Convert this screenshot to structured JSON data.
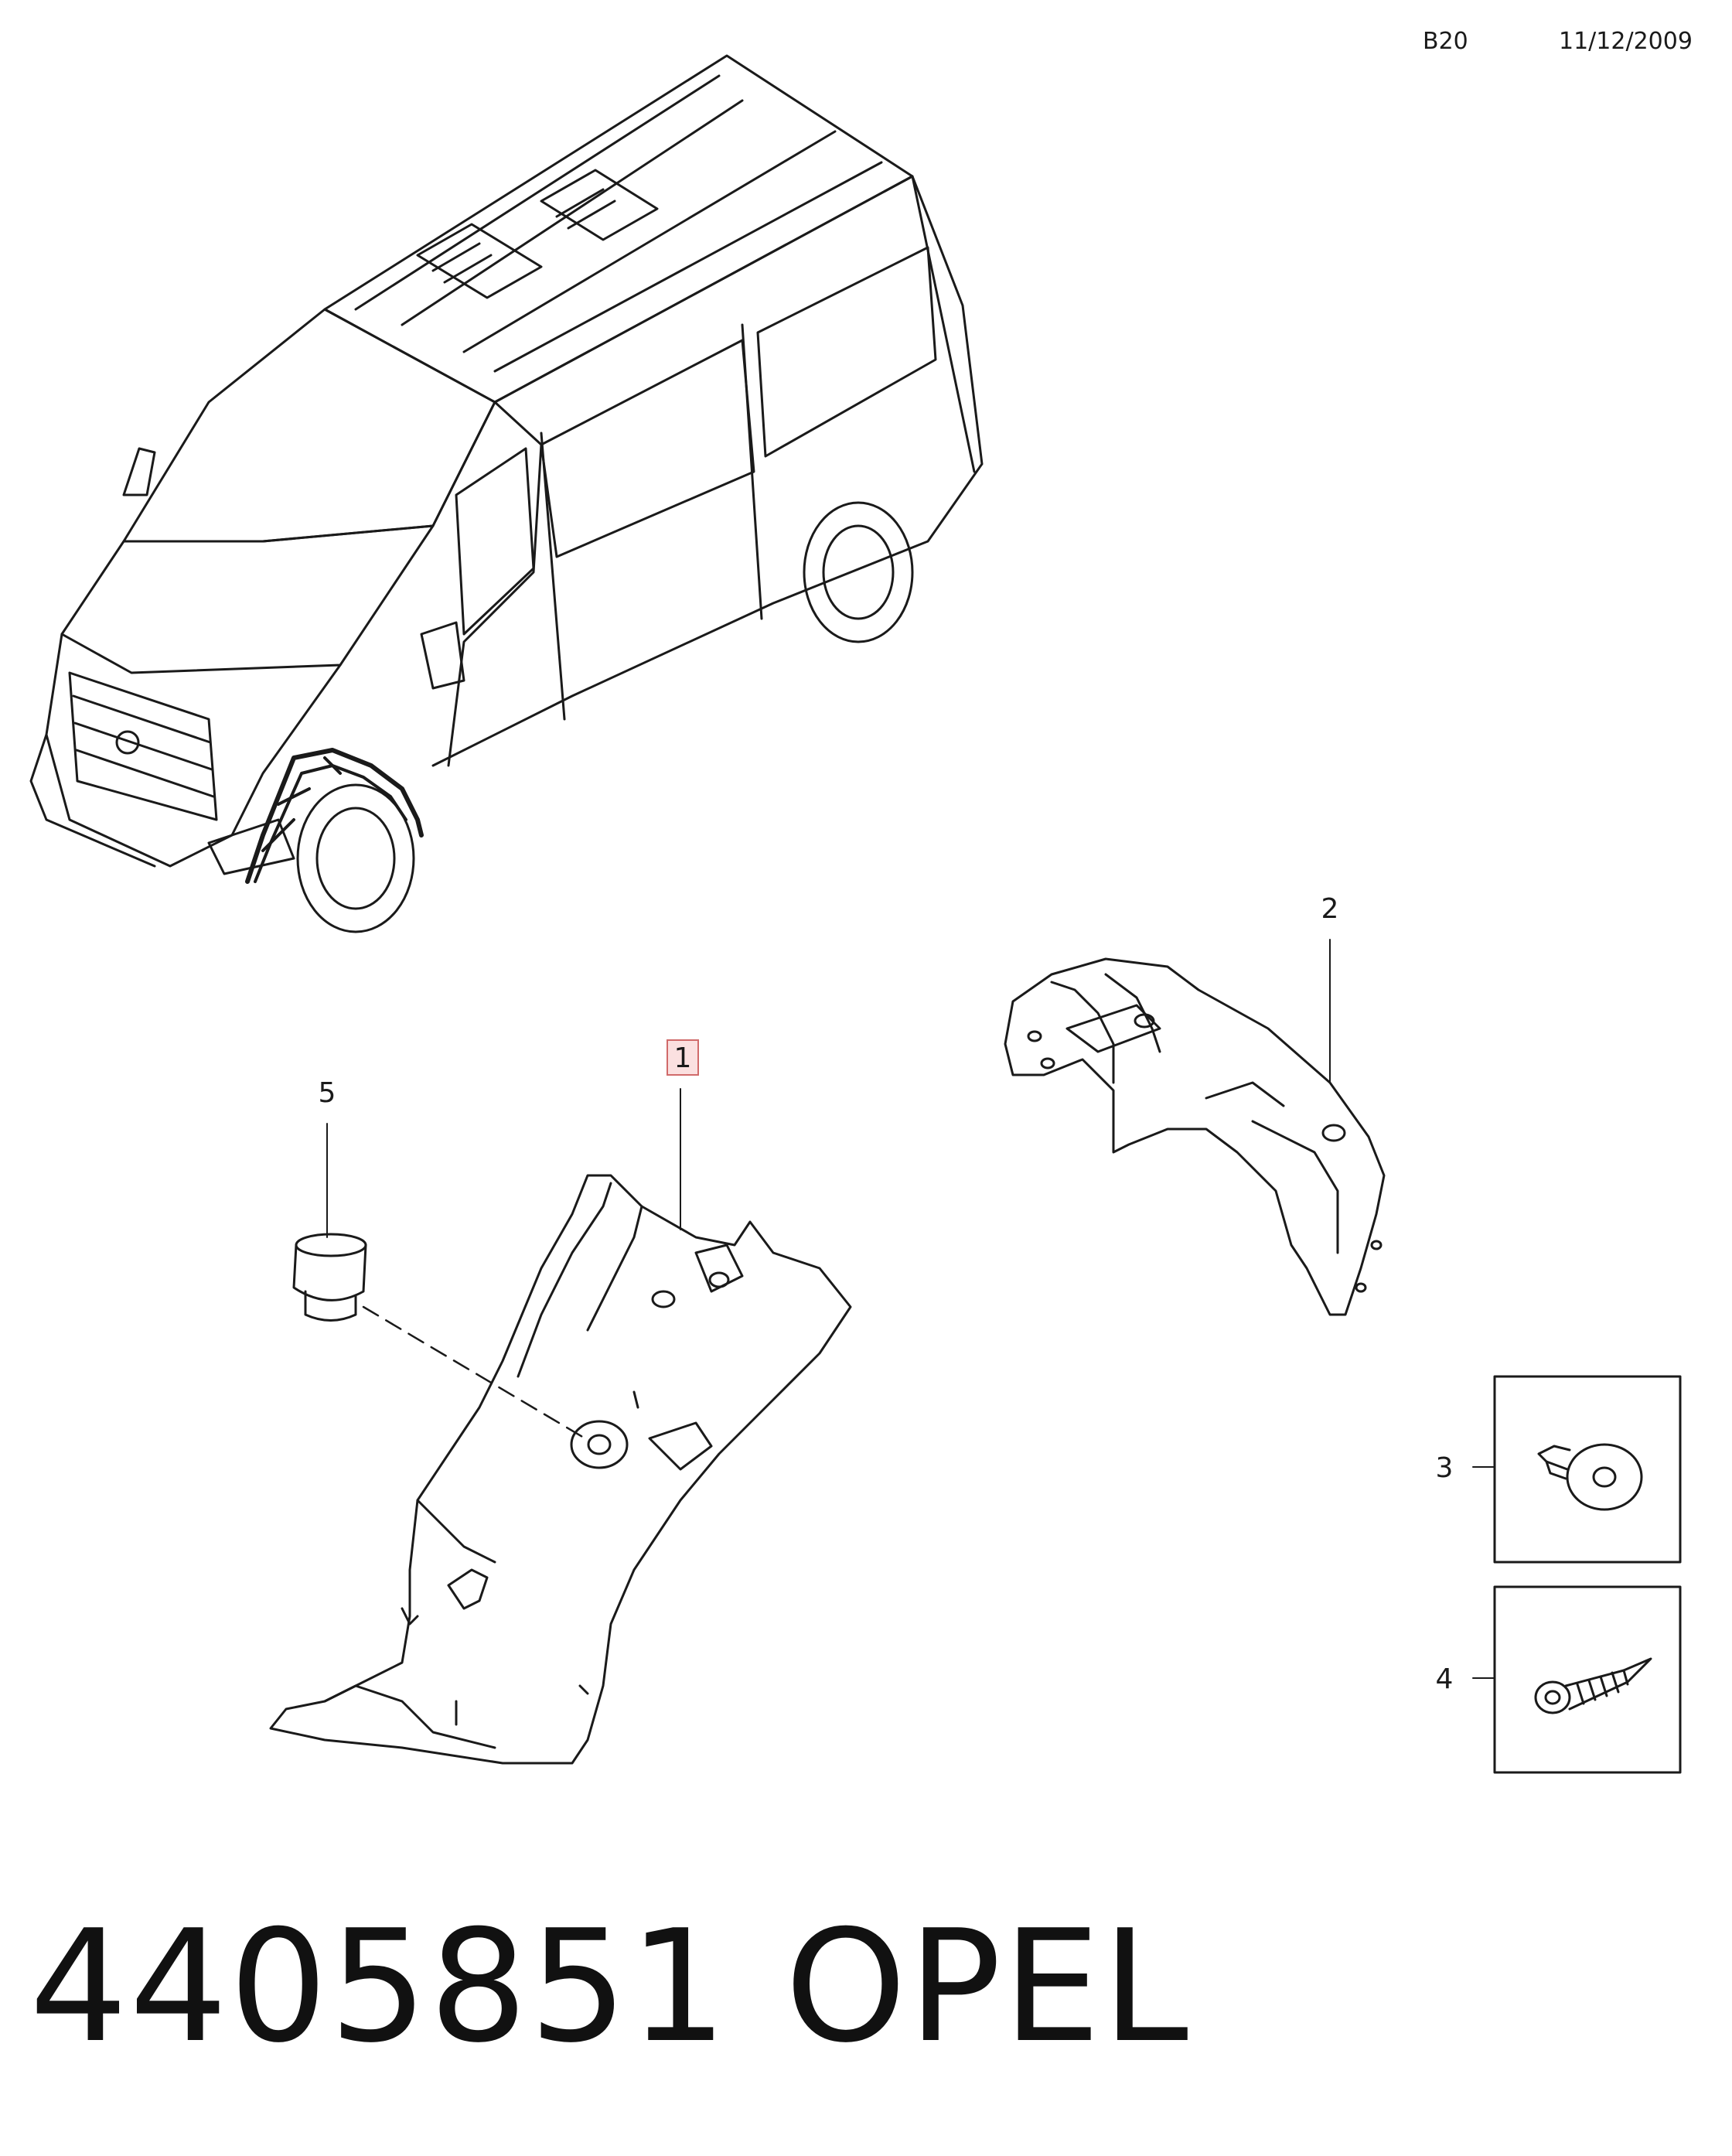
{
  "header": {
    "page_code": "B20",
    "date": "11/12/2009"
  },
  "callouts": [
    {
      "id": "callout-1",
      "label": "1",
      "highlighted": true
    },
    {
      "id": "callout-2",
      "label": "2"
    },
    {
      "id": "callout-3",
      "label": "3"
    },
    {
      "id": "callout-4",
      "label": "4"
    },
    {
      "id": "callout-5",
      "label": "5"
    }
  ],
  "footer": {
    "part_number": "4405851",
    "brand": "OPEL"
  },
  "colors": {
    "line": "#1a1a1a",
    "highlight_fill": "#fbe0e0",
    "highlight_stroke": "#d06a6a"
  }
}
